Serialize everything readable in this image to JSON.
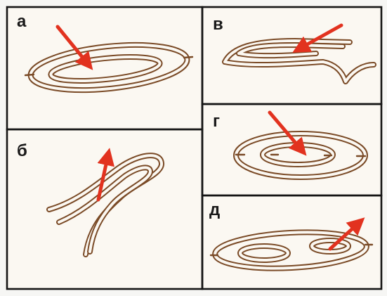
{
  "colors": {
    "background": "#fbf8f2",
    "contour": "#7a4a26",
    "arrow": "#e2321f",
    "frame": "#151515"
  },
  "panels": [
    {
      "label": "а"
    },
    {
      "label": "б"
    },
    {
      "label": "в"
    },
    {
      "label": "г"
    },
    {
      "label": "д"
    }
  ]
}
